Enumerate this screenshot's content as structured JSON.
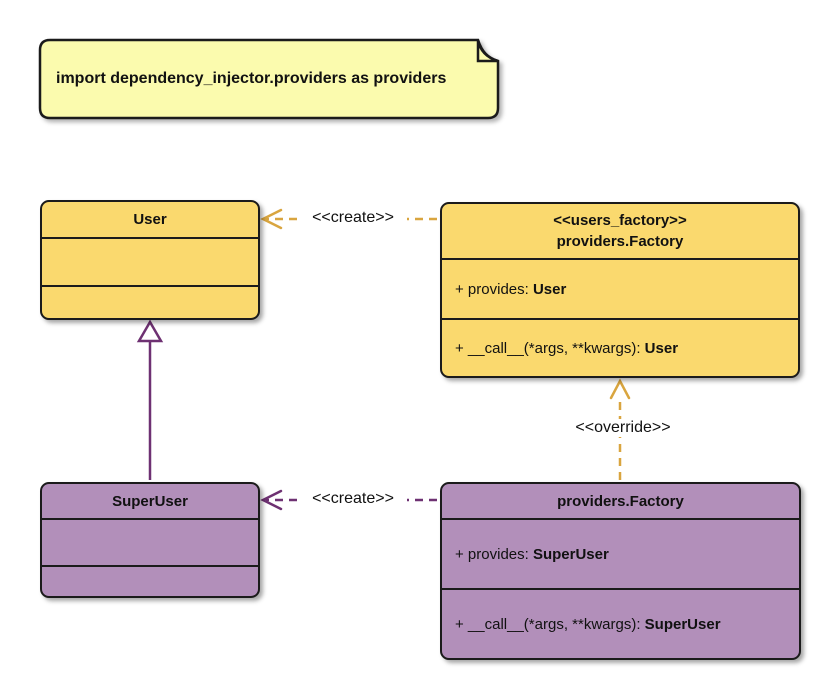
{
  "colors": {
    "class_gold": "#fad96e",
    "class_purple": "#b28fba",
    "edge_gold": "#d9a53f",
    "edge_purple": "#6e3172",
    "note_fill": "#fbfbae",
    "border": "#1b1b1b"
  },
  "note": {
    "text": "import dependency_injector.providers as providers"
  },
  "classes": {
    "user": {
      "name": "User"
    },
    "users_factory": {
      "stereotype": "<<users_factory>>",
      "name": "providers.Factory",
      "members": [
        {
          "prefix": "+ provides: ",
          "type": "User"
        },
        {
          "prefix": "+ __call__(*args, **kwargs): ",
          "type": "User"
        }
      ]
    },
    "super_user": {
      "name": "SuperUser"
    },
    "super_user_factory": {
      "name": "providers.Factory",
      "members": [
        {
          "prefix": "+ provides: ",
          "type": "SuperUser"
        },
        {
          "prefix": "+ __call__(*args, **kwargs): ",
          "type": "SuperUser"
        }
      ]
    }
  },
  "edges": {
    "create_user": {
      "label": "<<create>>"
    },
    "create_super_user": {
      "label": "<<create>>"
    },
    "override": {
      "label": "<<override>>"
    }
  }
}
